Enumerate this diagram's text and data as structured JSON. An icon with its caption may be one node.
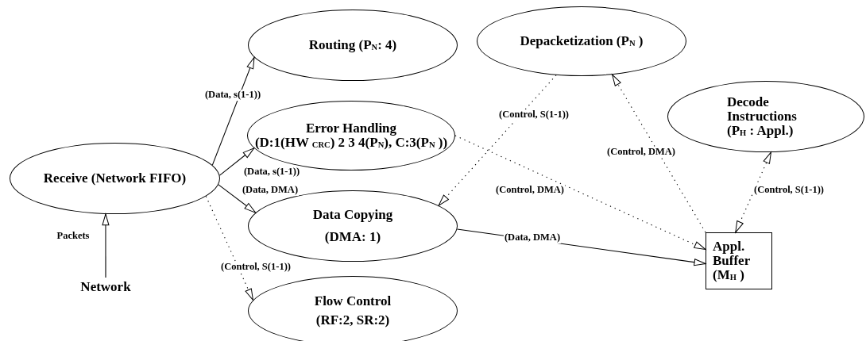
{
  "diagram": {
    "nodes": [
      {
        "text": [
          "Receive (Network FIFO)"
        ]
      },
      {
        "text": [
          "Routing (P$_{N}$: 4)"
        ]
      },
      {
        "text": [
          "Error Handling",
          "(D:1(HW $_{CRC}$) 2 3 4(P$_{N}$), C:3(P$_{N}$ ))"
        ]
      },
      {
        "text": [
          "Data Copying",
          "(DMA: 1)"
        ]
      },
      {
        "text": [
          "Flow Control",
          "(RF:2, SR:2)"
        ]
      },
      {
        "text": [
          "Depacketization (P$_{N}$ )"
        ]
      },
      {
        "text": [
          "Decode Instructions",
          "(P$_{H}$ : Appl.)"
        ]
      },
      {
        "text": [
          "Appl. Buffer",
          "(M$_{H}$ )"
        ]
      },
      {
        "text": [
          "Network"
        ]
      }
    ],
    "edges": [
      {
        "from": 8,
        "to": 0,
        "arrow": "to",
        "label": "Packets"
      },
      {
        "from": 0,
        "to": 1,
        "arrow": "to",
        "label": "(Data, s(1-1))"
      },
      {
        "from": 0,
        "to": 2,
        "arrow": "to",
        "label": "(Data, s(1-1))"
      },
      {
        "from": 0,
        "to": 3,
        "arrow": "to",
        "label": "(Data, DMA)"
      },
      {
        "from": 0,
        "to": 4,
        "arrow": "to",
        "label": "(Control, S(1-1))",
        "style": "dashed"
      },
      {
        "from": 5,
        "to": 3,
        "arrow": "to",
        "label": "(Control, S(1-1))",
        "style": "dashed"
      },
      {
        "from": 2,
        "to": 7,
        "arrow": "to",
        "label": "(Control, DMA)",
        "style": "dashed"
      },
      {
        "from": 7,
        "to": 5,
        "arrow": "to",
        "label": "(Control, DMA)",
        "style": "dashed"
      },
      {
        "from": 3,
        "to": 7,
        "arrow": "to",
        "label": "(Data, DMA)"
      },
      {
        "from": 7,
        "to": 6,
        "arrow": "both",
        "label": "(Control, S(1-1))",
        "style": "dashed"
      }
    ]
  }
}
